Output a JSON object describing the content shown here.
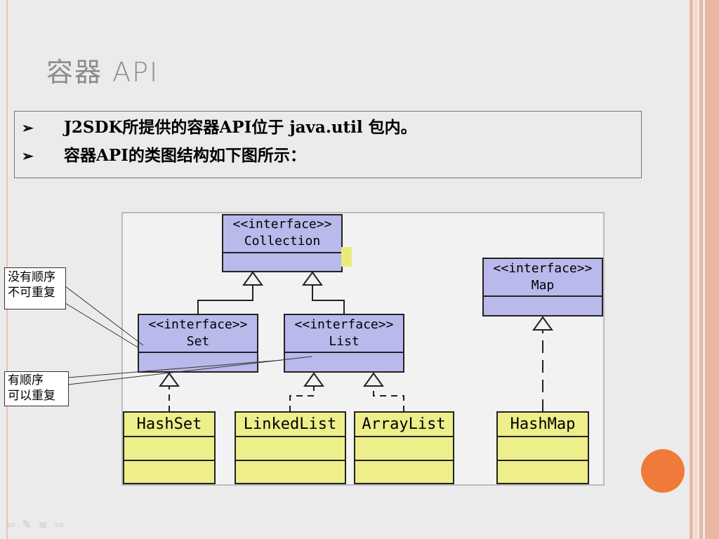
{
  "slide": {
    "title": "容器 API",
    "bullets": [
      {
        "marker": "➢",
        "text": "J2SDK所提供的容器API位于 java.util 包内。"
      },
      {
        "marker": "➢",
        "text": "容器API的类图结构如下图所示："
      }
    ]
  },
  "diagram": {
    "classes": [
      {
        "id": "collection",
        "stereotype": "<<interface>>",
        "name": "Collection"
      },
      {
        "id": "set",
        "stereotype": "<<interface>>",
        "name": "Set"
      },
      {
        "id": "list",
        "stereotype": "<<interface>>",
        "name": "List"
      },
      {
        "id": "map",
        "stereotype": "<<interface>>",
        "name": "Map"
      },
      {
        "id": "hashset",
        "name": "HashSet"
      },
      {
        "id": "linkedlist",
        "name": "LinkedList"
      },
      {
        "id": "arraylist",
        "name": "ArrayList"
      },
      {
        "id": "hashmap",
        "name": "HashMap"
      }
    ],
    "relations": [
      {
        "from": "set",
        "to": "collection",
        "kind": "extends"
      },
      {
        "from": "list",
        "to": "collection",
        "kind": "extends"
      },
      {
        "from": "hashset",
        "to": "set",
        "kind": "implements"
      },
      {
        "from": "linkedlist",
        "to": "list",
        "kind": "implements"
      },
      {
        "from": "arraylist",
        "to": "list",
        "kind": "implements"
      },
      {
        "from": "hashmap",
        "to": "map",
        "kind": "implements"
      }
    ],
    "callouts": [
      {
        "id": "set-note",
        "lines": [
          "没有顺序",
          "不可重复"
        ]
      },
      {
        "id": "list-note",
        "lines": [
          "有顺序",
          "可以重复"
        ]
      }
    ]
  },
  "colors": {
    "interface_fill": "#b9b9ec",
    "class_fill": "#eeee8a",
    "accent_dot": "#f07a3a",
    "stripe": "#e8b8a4"
  }
}
